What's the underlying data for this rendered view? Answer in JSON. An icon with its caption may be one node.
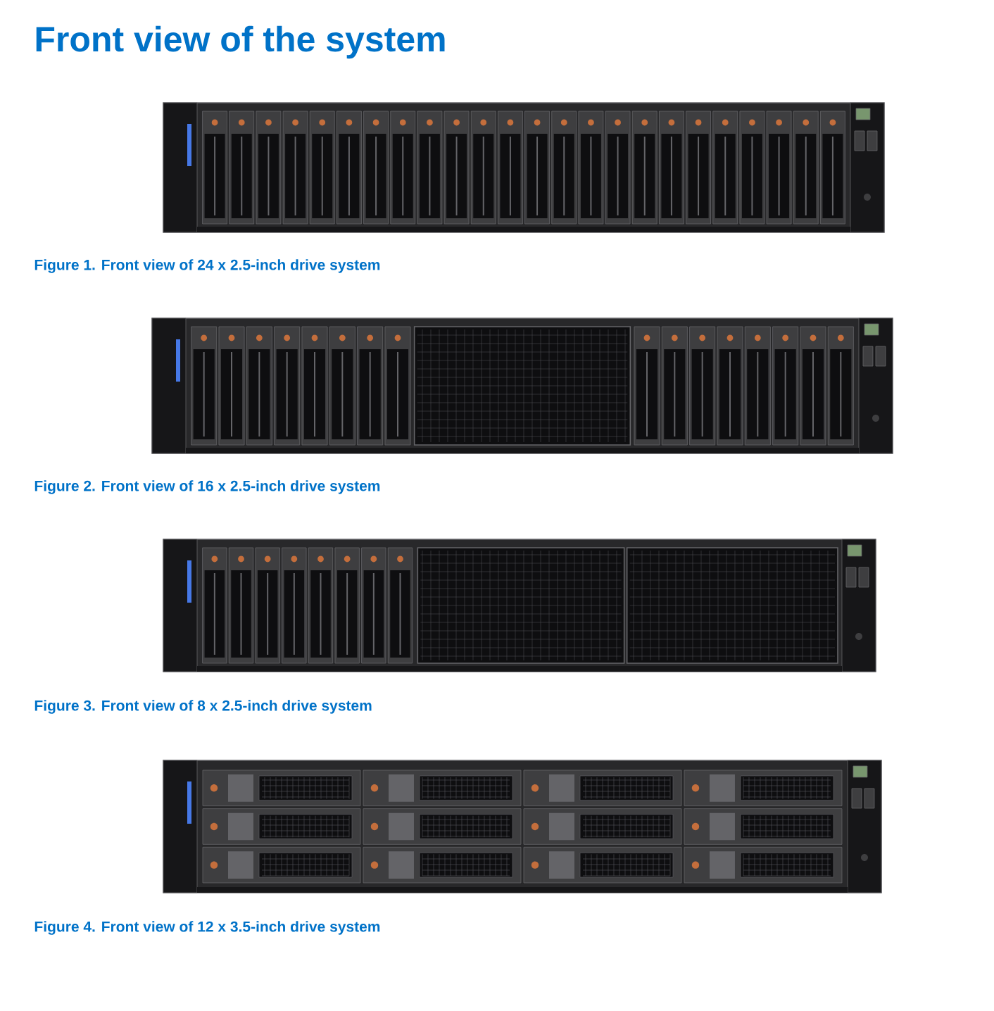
{
  "diagram": {
    "title": "Front view of the system",
    "labels": [
      "Figure 1. Front view of 24 x 2.5-inch drive system",
      "Figure 2. Front view of 16 x 2.5-inch drive system",
      "Figure 3. Front view of 8 x 2.5-inch drive system",
      "Figure 4. Front view of 12 x 3.5-inch drive system"
    ]
  }
}
